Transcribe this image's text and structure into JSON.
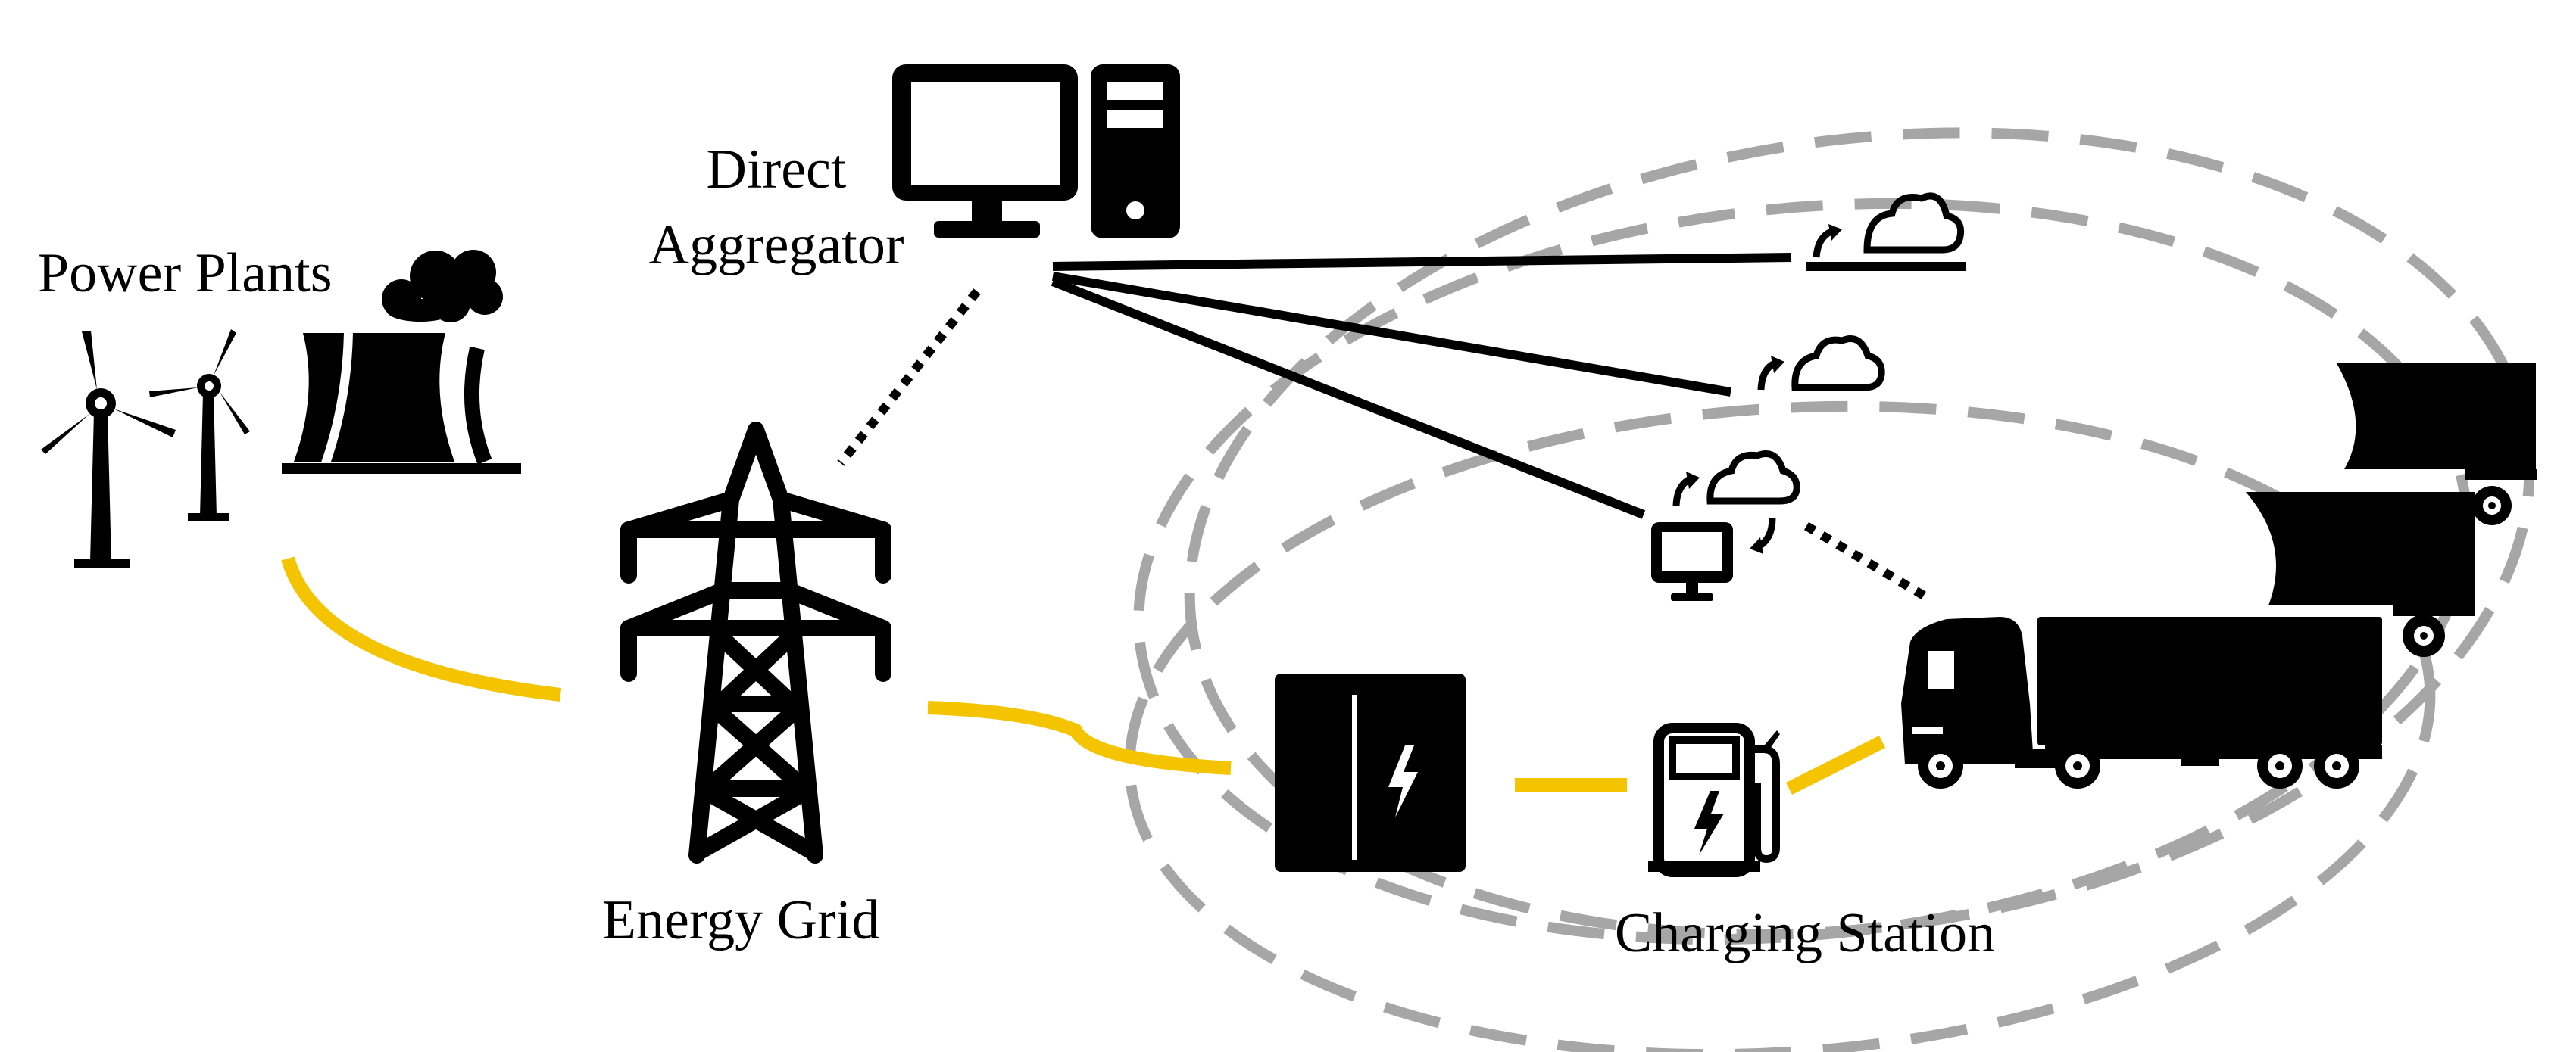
{
  "labels": {
    "power_plants": "Power Plants",
    "direct_aggregator_line1": "Direct",
    "direct_aggregator_line2": "Aggregator",
    "energy_grid": "Energy Grid",
    "charging_station": "Charging Station"
  },
  "colors": {
    "power_line": "#f5c400",
    "icon": "#000000",
    "boundary_dash": "#a6a6a6",
    "background": "#ffffff"
  },
  "icons": [
    "wind-turbine-icon",
    "cooling-tower-icon",
    "desktop-computer-icon",
    "transmission-tower-icon",
    "battery-storage-icon",
    "fuel-pump-icon",
    "truck-icon",
    "cloud-sync-icon",
    "monitor-icon"
  ]
}
